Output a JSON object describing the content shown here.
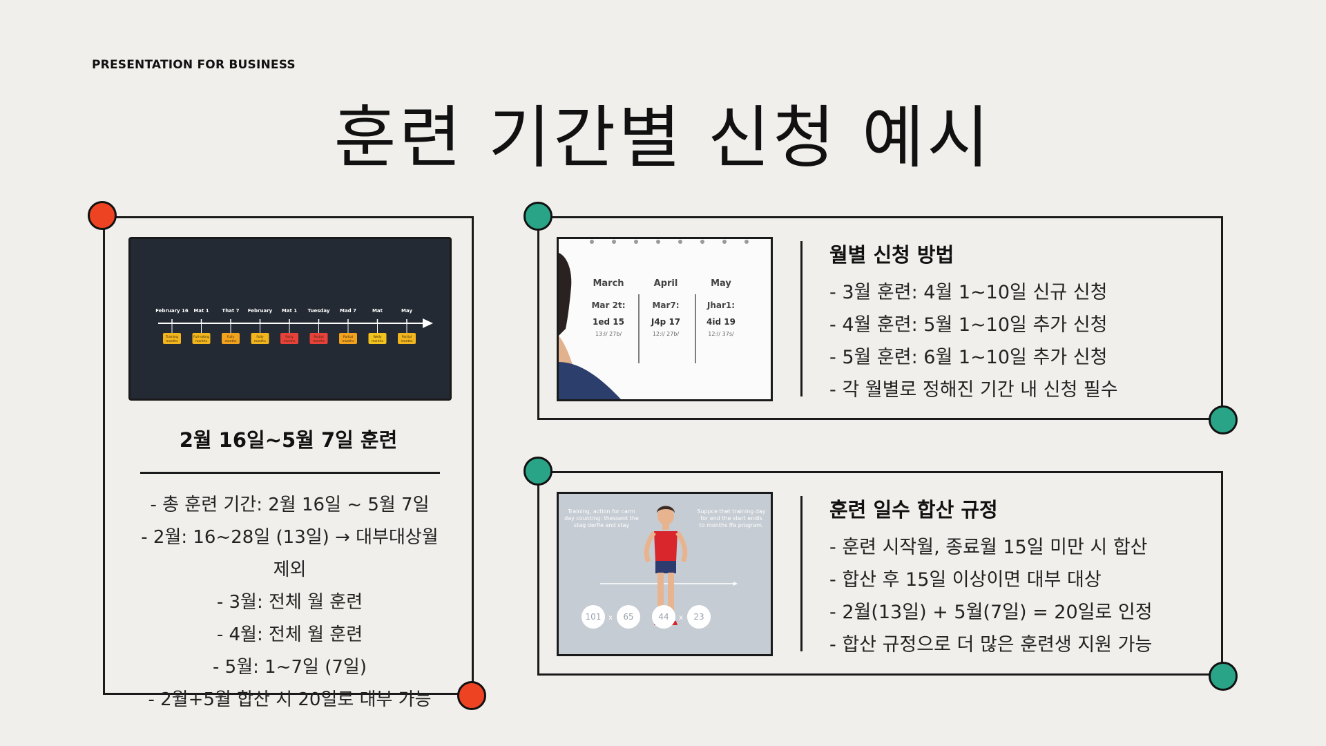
{
  "header": {
    "eyebrow": "PRESENTATION FOR BUSINESS",
    "title": "훈련 기간별 신청 예시"
  },
  "left_card": {
    "heading": "2월 16일~5월 7일 훈련",
    "items": [
      "- 총 훈련 기간: 2월 16일 ~ 5월 7일",
      "- 2월: 16~28일 (13일) → 대부대상월",
      "제외",
      "- 3월: 전체 월 훈련",
      "- 4월: 전체 월 훈련",
      "- 5월: 1~7일 (7일)",
      "- 2월+5월 합산 시 20일로 대부 가능"
    ],
    "timeline_image": {
      "labels": [
        "February 16",
        "Mat 1",
        "That 7",
        "February",
        "Mat 1",
        "Tuesday",
        "Mad 7",
        "Mat",
        "May"
      ],
      "tags": [
        "Training months",
        "Full-rating months",
        "Fully months",
        "Fully months",
        "Party months",
        "Partial months",
        "Partial months",
        "Welly months",
        "Partial months"
      ],
      "tag_colors": [
        "#f2b51d",
        "#f2b51d",
        "#f2a21d",
        "#f2b51d",
        "#e8413a",
        "#e8413a",
        "#f2a21d",
        "#f2c21d",
        "#f2b51d"
      ]
    }
  },
  "card_monthly": {
    "heading": "월별 신청 방법",
    "items": [
      "- 3월 훈련: 4월 1~10일 신규 신청",
      "- 4월 훈련: 5월 1~10일 추가 신청",
      "- 5월 훈련: 6월 1~10일 추가 신청",
      "- 각 월별로 정해진 기간 내 신청 필수"
    ],
    "calendar_image": {
      "columns": [
        {
          "month": "March",
          "line1": "Mar 2t:",
          "line2": "1ed 15",
          "line3": "13:l/ 27b/"
        },
        {
          "month": "April",
          "line1": "Mar7:",
          "line2": "J4p 17",
          "line3": "12:l/ 27b/"
        },
        {
          "month": "May",
          "line1": "Jhar1:",
          "line2": "4id 19",
          "line3": "12:l/ 37s/"
        }
      ]
    }
  },
  "card_rules": {
    "heading": "훈련 일수 합산 규정",
    "items": [
      "- 훈련 시작월, 종료월 15일 미만 시 합산",
      "- 합산 후 15일 이상이면 대부 대상",
      "- 2월(13일) + 5월(7일) = 20일로 인정",
      "- 합산 규정으로 더 많은 훈련생 지원 가능"
    ],
    "figure_image": {
      "caption_left": "Training, action for carm day counting: thessent the stag derfie and stay",
      "caption_right": "Suppce thet training day for end the start endis to months ffe program.",
      "numbers": [
        "101",
        "65",
        "44",
        "23"
      ],
      "operator": "x"
    }
  },
  "colors": {
    "background": "#f0efeb",
    "accent_red": "#ee4322",
    "accent_green": "#2aa487"
  }
}
